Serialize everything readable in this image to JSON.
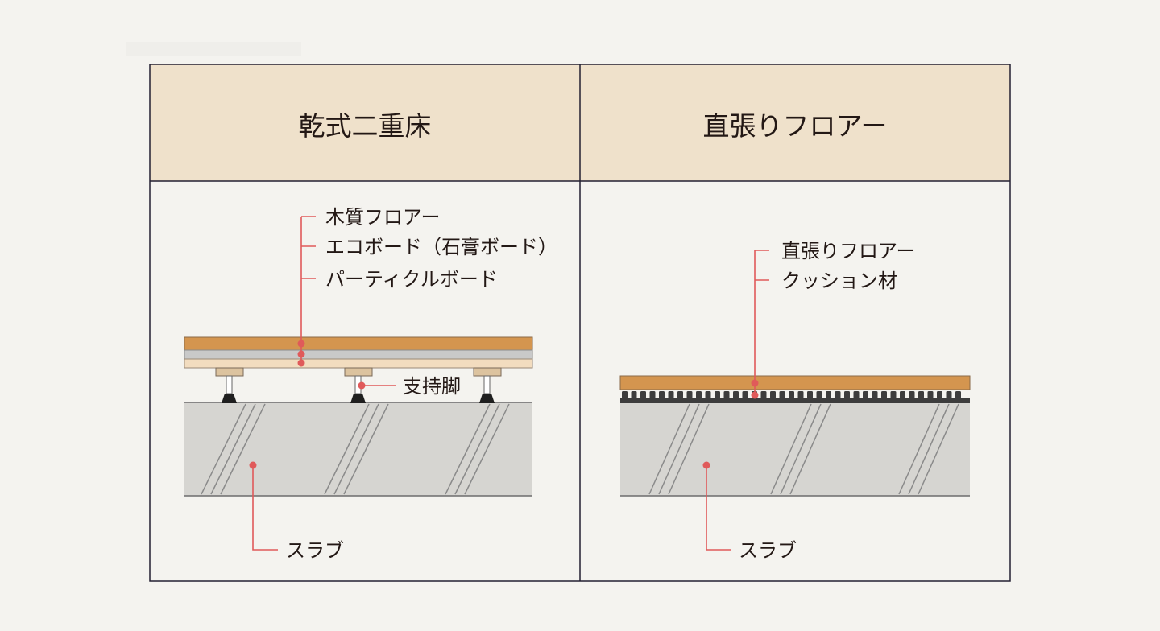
{
  "columns": [
    {
      "title": "乾式二重床",
      "labels": {
        "top1": "木質フロアー",
        "top2": "エコボード（石膏ボード）",
        "top3": "パーティクルボード",
        "support": "支持脚",
        "slab": "スラブ"
      }
    },
    {
      "title": "直張りフロアー",
      "labels": {
        "top1": "直張りフロアー",
        "top2": "クッション材",
        "slab": "スラブ"
      }
    }
  ],
  "colors": {
    "page_bg": "#f4f3ef",
    "header_bg": "#efe1cb",
    "border": "#232032",
    "wood": "#d4954f",
    "gypsum": "#c9c9c9",
    "particle": "#f2dcbf",
    "slab": "#d6d5d1",
    "leader": "#e05a5a",
    "text": "#231815"
  }
}
